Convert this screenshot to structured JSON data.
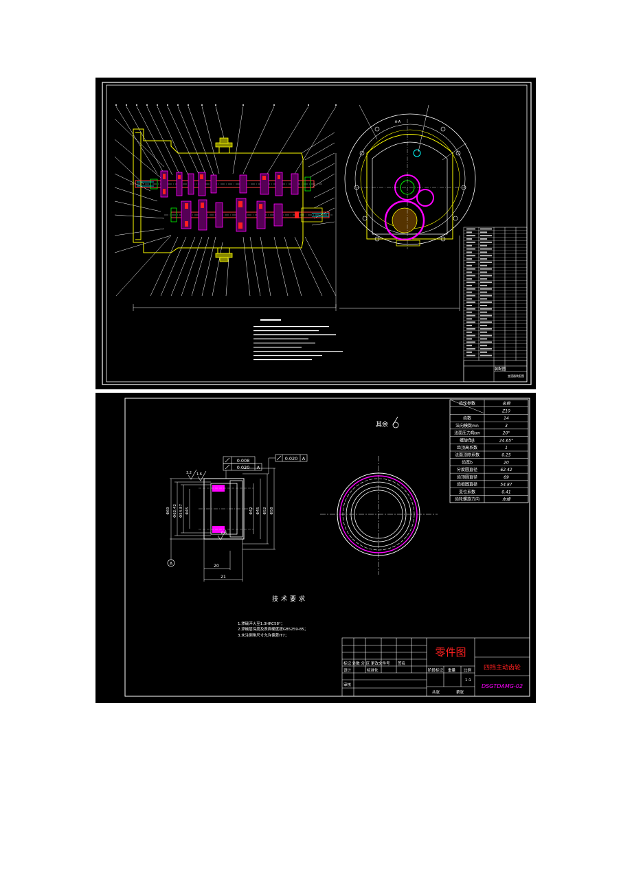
{
  "sheet2": {
    "roughness_note": "其余",
    "gear_table": {
      "rows": [
        {
          "param": "齿轮参数",
          "value": "名称"
        },
        {
          "param": "",
          "value": "Z10"
        },
        {
          "param": "齿数",
          "value": "14"
        },
        {
          "param": "法向模数mn",
          "value": "3"
        },
        {
          "param": "法面压力角αn",
          "value": "20°"
        },
        {
          "param": "螺旋角β",
          "value": "24.65°"
        },
        {
          "param": "齿顶高系数",
          "value": "1"
        },
        {
          "param": "法面顶隙系数",
          "value": "0.25"
        },
        {
          "param": "齿宽b",
          "value": "20"
        },
        {
          "param": "分度圆直径",
          "value": "62.42"
        },
        {
          "param": "齿顶圆直径",
          "value": "69"
        },
        {
          "param": "齿根圆直径",
          "value": "54.87"
        },
        {
          "param": "变位系数",
          "value": "0.41"
        },
        {
          "param": "齿轮螺旋方向",
          "value": "左旋"
        }
      ]
    },
    "tolerances": [
      "0.008",
      "0.020",
      "A",
      "0.020",
      "A"
    ],
    "datum_label": "A",
    "dims": {
      "bottom1": "20",
      "bottom2": "21",
      "r1": "3.2",
      "r2": "1.6",
      "r3": "0.8",
      "left": [
        "Φ69",
        "Φ62.42",
        "Φ54.87",
        "Φ45"
      ],
      "right": [
        "Φ42",
        "Φ45",
        "Φ52",
        "Φ58"
      ]
    },
    "tech_title": "技术要求",
    "tech_notes": [
      "1.渗碳淬火至1.3HRC58°；",
      "2.渗碳层深度及表面硬度按GB5259-85；",
      "3.未注倒角尺寸允许偏差IT7；"
    ],
    "title_block": {
      "drawing_type": "零件图",
      "part_name": "四挡主动齿轮",
      "drawing_no": "DSGTDAMG-02",
      "stage_label": "阶段标记",
      "weight_label": "重量",
      "scale_label": "比例",
      "scale_value": "1:1",
      "sheets_total": "共张",
      "sheet_no": "第张",
      "reviewer": "审核",
      "designer": "设计",
      "standardization": "标准化",
      "revision_row": "标记 处数 分 区 更改文件号",
      "signature": "签名"
    }
  },
  "sheet1": {
    "section_label": "A-A",
    "title_block": {
      "name_cell": "装配图",
      "part_name": "变速器装配图"
    }
  }
}
